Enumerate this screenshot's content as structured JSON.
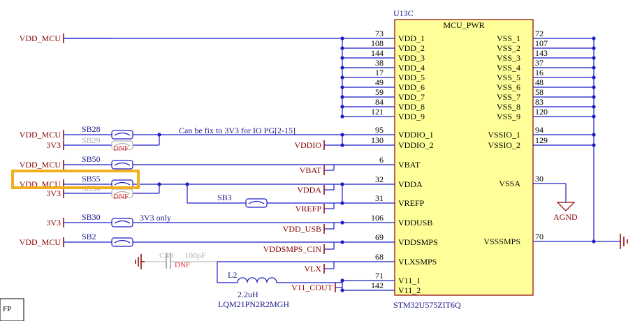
{
  "colors": {
    "wire": "#1c1cc8",
    "net": "#8b0000",
    "text_blue": "#1a1a8c",
    "dnf": "#e03030",
    "chip_fill": "#ffff99",
    "chip_stroke": "#8b0000",
    "highlight": "#f2b01e",
    "faded": "#b0b0b0"
  },
  "chip": {
    "ref": "U13C",
    "name": "MCU_PWR",
    "part": "STM32U575ZIT6Q"
  },
  "left_pins": [
    {
      "num": "73",
      "name": "VDD_1"
    },
    {
      "num": "108",
      "name": "VDD_2"
    },
    {
      "num": "144",
      "name": "VDD_3"
    },
    {
      "num": "38",
      "name": "VDD_4"
    },
    {
      "num": "17",
      "name": "VDD_5"
    },
    {
      "num": "49",
      "name": "VDD_6"
    },
    {
      "num": "59",
      "name": "VDD_7"
    },
    {
      "num": "84",
      "name": "VDD_8"
    },
    {
      "num": "121",
      "name": "VDD_9"
    },
    {
      "num": "95",
      "name": "VDDIO_1"
    },
    {
      "num": "130",
      "name": "VDDIO_2"
    },
    {
      "num": "6",
      "name": "VBAT"
    },
    {
      "num": "32",
      "name": "VDDA"
    },
    {
      "num": "31",
      "name": "VREFP"
    },
    {
      "num": "106",
      "name": "VDDUSB"
    },
    {
      "num": "69",
      "name": "VDDSMPS"
    },
    {
      "num": "68",
      "name": "VLXSMPS"
    },
    {
      "num": "71",
      "name": "V11_1"
    },
    {
      "num": "142",
      "name": "V11_2"
    }
  ],
  "right_pins": [
    {
      "num": "72",
      "name": "VSS_1"
    },
    {
      "num": "107",
      "name": "VSS_2"
    },
    {
      "num": "143",
      "name": "VSS_3"
    },
    {
      "num": "37",
      "name": "VSS_4"
    },
    {
      "num": "16",
      "name": "VSS_5"
    },
    {
      "num": "48",
      "name": "VSS_6"
    },
    {
      "num": "58",
      "name": "VSS_7"
    },
    {
      "num": "83",
      "name": "VSS_8"
    },
    {
      "num": "120",
      "name": "VSS_9"
    },
    {
      "num": "94",
      "name": "VSSIO_1"
    },
    {
      "num": "129",
      "name": "VSSIO_2"
    },
    {
      "num": "30",
      "name": "VSSA"
    },
    {
      "num": "70",
      "name": "VSSSMPS"
    }
  ],
  "left_nets": [
    {
      "id": "vdd-mcu-top",
      "label": "VDD_MCU"
    },
    {
      "id": "vdd-mcu-sb28",
      "label": "VDD_MCU"
    },
    {
      "id": "3v3-sb29",
      "label": "3V3"
    },
    {
      "id": "vdd-mcu-sb50",
      "label": "VDD_MCU"
    },
    {
      "id": "vdd-mcu-sb55",
      "label": "VDD_MCU"
    },
    {
      "id": "3v3-sb54",
      "label": "3V3"
    },
    {
      "id": "3v3-sb30",
      "label": "3V3"
    },
    {
      "id": "vdd-mcu-sb2",
      "label": "VDD_MCU"
    }
  ],
  "mid_nets": [
    {
      "id": "vddio",
      "label": "VDDIO"
    },
    {
      "id": "vbat",
      "label": "VBAT"
    },
    {
      "id": "vdda",
      "label": "VDDA"
    },
    {
      "id": "vrefp",
      "label": "VREFP"
    },
    {
      "id": "vdd-usb",
      "label": "VDD_USB"
    },
    {
      "id": "vddsmps-cin",
      "label": "VDDSMPS_CIN"
    },
    {
      "id": "vlx",
      "label": "VLX"
    },
    {
      "id": "v11-cout",
      "label": "V11_COUT"
    }
  ],
  "bridges": [
    {
      "id": "sb28",
      "label": "SB28",
      "dnf": false
    },
    {
      "id": "sb29",
      "label": "SB29",
      "dnf": true
    },
    {
      "id": "sb50",
      "label": "SB50",
      "dnf": false
    },
    {
      "id": "sb55",
      "label": "SB55",
      "dnf": false
    },
    {
      "id": "sb54",
      "label": "SB54",
      "dnf": true
    },
    {
      "id": "sb3",
      "label": "SB3",
      "dnf": false
    },
    {
      "id": "sb30",
      "label": "SB30",
      "dnf": false
    },
    {
      "id": "sb2",
      "label": "SB2",
      "dnf": false
    }
  ],
  "notes": {
    "vddio_note": "Can be fix to 3V3 for IO PG[2-15]",
    "sb30_note": "3V3 only",
    "dnf": "DNF"
  },
  "capacitor": {
    "ref": "C49",
    "value": "100pF"
  },
  "inductor": {
    "ref": "L2",
    "value": "2.2uH",
    "part": "LQM21PN2R2MGH"
  },
  "ground_labels": {
    "agnd": "AGND"
  },
  "corner_label": "FP"
}
